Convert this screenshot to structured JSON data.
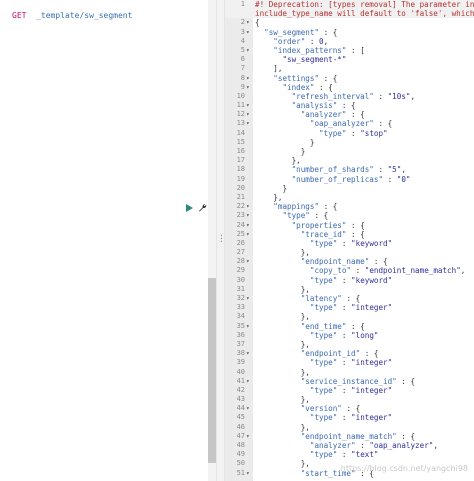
{
  "request": {
    "method": "GET",
    "path": "_template/sw_segment"
  },
  "icons": {
    "play": "play-icon",
    "wrench": "wrench-icon",
    "colors": {
      "play": "#2a8a77",
      "wrench": "#222222",
      "warning": "#c13a3a",
      "key": "#3c6ab0",
      "string": "#2f2f9a"
    }
  },
  "response": {
    "lines": [
      {
        "n": "1",
        "fold": "",
        "t": "#! Deprecation: [types removal] The parameter include_type_name",
        "kind": "warn"
      },
      {
        "n": "",
        "fold": "",
        "t": "include_type_name will default to 'false', which means",
        "kind": "warn"
      },
      {
        "n": "2",
        "fold": "▾",
        "t": "{",
        "kind": "code"
      },
      {
        "n": "3",
        "fold": "▾",
        "t": "  \"sw_segment\" : {",
        "kind": "code"
      },
      {
        "n": "4",
        "fold": "",
        "t": "    \"order\" : 0,",
        "kind": "code"
      },
      {
        "n": "5",
        "fold": "▾",
        "t": "    \"index_patterns\" : [",
        "kind": "code"
      },
      {
        "n": "6",
        "fold": "",
        "t": "      \"sw_segment-*\"",
        "kind": "code"
      },
      {
        "n": "7",
        "fold": "",
        "t": "    ],",
        "kind": "code"
      },
      {
        "n": "8",
        "fold": "▾",
        "t": "    \"settings\" : {",
        "kind": "code"
      },
      {
        "n": "9",
        "fold": "▾",
        "t": "      \"index\" : {",
        "kind": "code"
      },
      {
        "n": "10",
        "fold": "",
        "t": "        \"refresh_interval\" : \"10s\",",
        "kind": "code"
      },
      {
        "n": "11",
        "fold": "▾",
        "t": "        \"analysis\" : {",
        "kind": "code"
      },
      {
        "n": "12",
        "fold": "▾",
        "t": "          \"analyzer\" : {",
        "kind": "code"
      },
      {
        "n": "13",
        "fold": "▾",
        "t": "            \"oap_analyzer\" : {",
        "kind": "code"
      },
      {
        "n": "14",
        "fold": "",
        "t": "              \"type\" : \"stop\"",
        "kind": "code"
      },
      {
        "n": "15",
        "fold": "",
        "t": "            }",
        "kind": "code"
      },
      {
        "n": "16",
        "fold": "",
        "t": "          }",
        "kind": "code"
      },
      {
        "n": "17",
        "fold": "",
        "t": "        },",
        "kind": "code"
      },
      {
        "n": "18",
        "fold": "",
        "t": "        \"number_of_shards\" : \"5\",",
        "kind": "code"
      },
      {
        "n": "19",
        "fold": "",
        "t": "        \"number_of_replicas\" : \"0\"",
        "kind": "code"
      },
      {
        "n": "20",
        "fold": "",
        "t": "      }",
        "kind": "code"
      },
      {
        "n": "21",
        "fold": "",
        "t": "    },",
        "kind": "code"
      },
      {
        "n": "22",
        "fold": "▾",
        "t": "    \"mappings\" : {",
        "kind": "code"
      },
      {
        "n": "23",
        "fold": "▾",
        "t": "      \"type\" : {",
        "kind": "code"
      },
      {
        "n": "24",
        "fold": "▾",
        "t": "        \"properties\" : {",
        "kind": "code"
      },
      {
        "n": "25",
        "fold": "▾",
        "t": "          \"trace_id\" : {",
        "kind": "code"
      },
      {
        "n": "26",
        "fold": "",
        "t": "            \"type\" : \"keyword\"",
        "kind": "code"
      },
      {
        "n": "27",
        "fold": "",
        "t": "          },",
        "kind": "code"
      },
      {
        "n": "28",
        "fold": "▾",
        "t": "          \"endpoint_name\" : {",
        "kind": "code"
      },
      {
        "n": "29",
        "fold": "",
        "t": "            \"copy_to\" : \"endpoint_name_match\",",
        "kind": "code"
      },
      {
        "n": "30",
        "fold": "",
        "t": "            \"type\" : \"keyword\"",
        "kind": "code"
      },
      {
        "n": "31",
        "fold": "",
        "t": "          },",
        "kind": "code"
      },
      {
        "n": "32",
        "fold": "▾",
        "t": "          \"latency\" : {",
        "kind": "code"
      },
      {
        "n": "33",
        "fold": "",
        "t": "            \"type\" : \"integer\"",
        "kind": "code"
      },
      {
        "n": "34",
        "fold": "",
        "t": "          },",
        "kind": "code"
      },
      {
        "n": "35",
        "fold": "▾",
        "t": "          \"end_time\" : {",
        "kind": "code"
      },
      {
        "n": "36",
        "fold": "",
        "t": "            \"type\" : \"long\"",
        "kind": "code"
      },
      {
        "n": "37",
        "fold": "",
        "t": "          },",
        "kind": "code"
      },
      {
        "n": "38",
        "fold": "▾",
        "t": "          \"endpoint_id\" : {",
        "kind": "code"
      },
      {
        "n": "39",
        "fold": "",
        "t": "            \"type\" : \"integer\"",
        "kind": "code"
      },
      {
        "n": "40",
        "fold": "",
        "t": "          },",
        "kind": "code"
      },
      {
        "n": "41",
        "fold": "▾",
        "t": "          \"service_instance_id\" : {",
        "kind": "code"
      },
      {
        "n": "42",
        "fold": "",
        "t": "            \"type\" : \"integer\"",
        "kind": "code"
      },
      {
        "n": "43",
        "fold": "",
        "t": "          },",
        "kind": "code"
      },
      {
        "n": "44",
        "fold": "▾",
        "t": "          \"version\" : {",
        "kind": "code"
      },
      {
        "n": "45",
        "fold": "",
        "t": "            \"type\" : \"integer\"",
        "kind": "code"
      },
      {
        "n": "46",
        "fold": "",
        "t": "          },",
        "kind": "code"
      },
      {
        "n": "47",
        "fold": "▾",
        "t": "          \"endpoint_name_match\" : {",
        "kind": "code"
      },
      {
        "n": "48",
        "fold": "",
        "t": "            \"analyzer\" : \"oap_analyzer\",",
        "kind": "code"
      },
      {
        "n": "49",
        "fold": "",
        "t": "            \"type\" : \"text\"",
        "kind": "code"
      },
      {
        "n": "50",
        "fold": "",
        "t": "          },",
        "kind": "code"
      },
      {
        "n": "51",
        "fold": "▾",
        "t": "          \"start_time\" : {",
        "kind": "code"
      }
    ]
  },
  "watermark": "https://blog.csdn.net/yangchi98"
}
